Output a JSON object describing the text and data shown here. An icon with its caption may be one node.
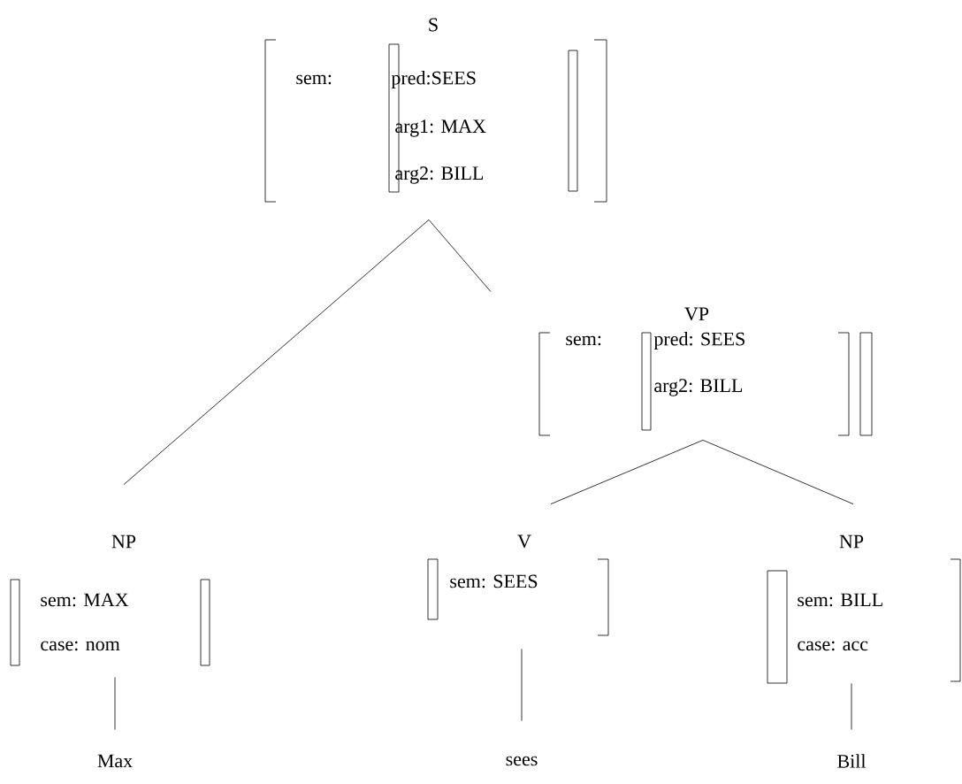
{
  "diagram": {
    "nodes": [
      {
        "text": [
          "S",
          "sem:"
        ]
      },
      {
        "text": [
          "pred:SEES",
          "arg1: MAX",
          "arg2: BILL"
        ],
        "in": 0
      },
      {
        "text": [
          "NP",
          "sem: MAX",
          "case: nom"
        ]
      },
      {
        "text": [
          "VP",
          "sem:"
        ]
      },
      {
        "text": [
          "pred: SEES",
          "arg2: BILL"
        ],
        "in": 3
      },
      {
        "text": [
          "V",
          "sem: SEES"
        ]
      },
      {
        "text": [
          "NP",
          "sem: BILL",
          "case: acc"
        ]
      },
      {
        "text": [
          "Max"
        ]
      },
      {
        "text": [
          "sees"
        ]
      },
      {
        "text": [
          "Bill"
        ]
      }
    ],
    "edges": [
      {
        "from": 0,
        "to": 2,
        "arrow": "none"
      },
      {
        "from": 0,
        "to": 3,
        "arrow": "none"
      },
      {
        "from": 3,
        "to": 5,
        "arrow": "none"
      },
      {
        "from": 3,
        "to": 6,
        "arrow": "none"
      },
      {
        "from": 2,
        "to": 7,
        "arrow": "none"
      },
      {
        "from": 5,
        "to": 8,
        "arrow": "none"
      },
      {
        "from": 6,
        "to": 9,
        "arrow": "none"
      }
    ]
  }
}
